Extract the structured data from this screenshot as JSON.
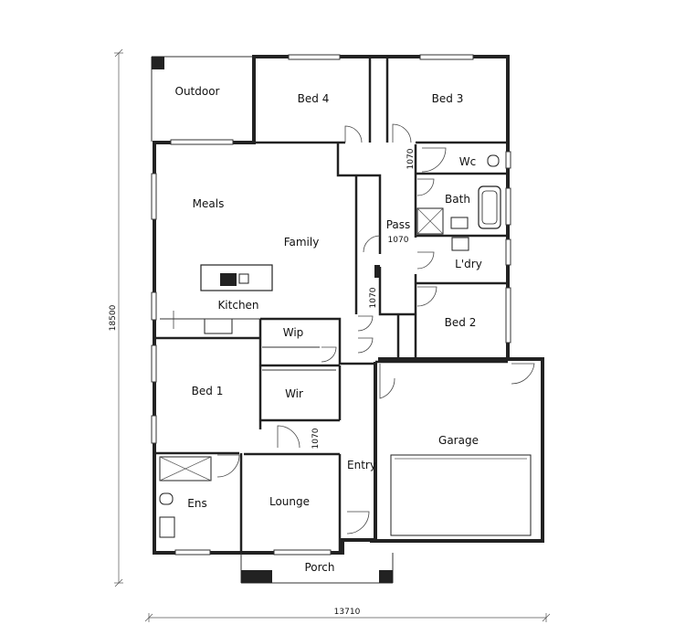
{
  "rooms": {
    "outdoor": "Outdoor",
    "bed4": "Bed 4",
    "bed3": "Bed 3",
    "wc": "Wc",
    "bath": "Bath",
    "meals": "Meals",
    "family": "Family",
    "pass": "Pass",
    "ldry": "L'dry",
    "kitchen": "Kitchen",
    "bed2": "Bed 2",
    "wip": "Wip",
    "wir": "Wir",
    "bed1": "Bed 1",
    "garage": "Garage",
    "entry": "Entry",
    "ens": "Ens",
    "lounge": "Lounge",
    "porch": "Porch"
  },
  "dimensions": {
    "height": "18500",
    "width": "13710",
    "door_wc": "1070",
    "door_pass": "1070",
    "door_family": "1070",
    "door_entry": "1070"
  }
}
